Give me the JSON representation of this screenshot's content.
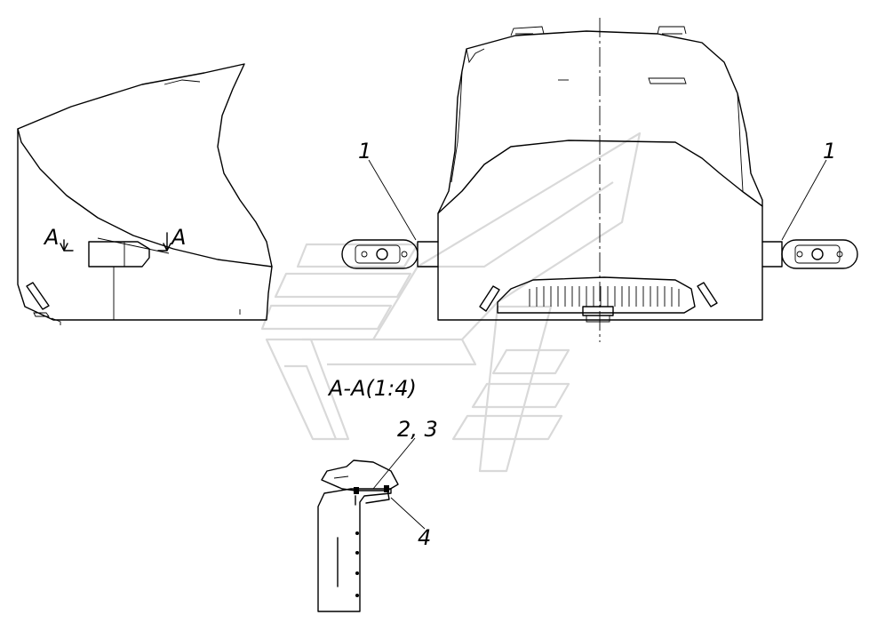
{
  "labels": {
    "callout_1_left": "1",
    "callout_1_right": "1",
    "section_mark_left": "A",
    "section_mark_right": "A",
    "section_title": "A-A(1:4)",
    "callout_2_3": "2, 3",
    "callout_4": "4"
  }
}
